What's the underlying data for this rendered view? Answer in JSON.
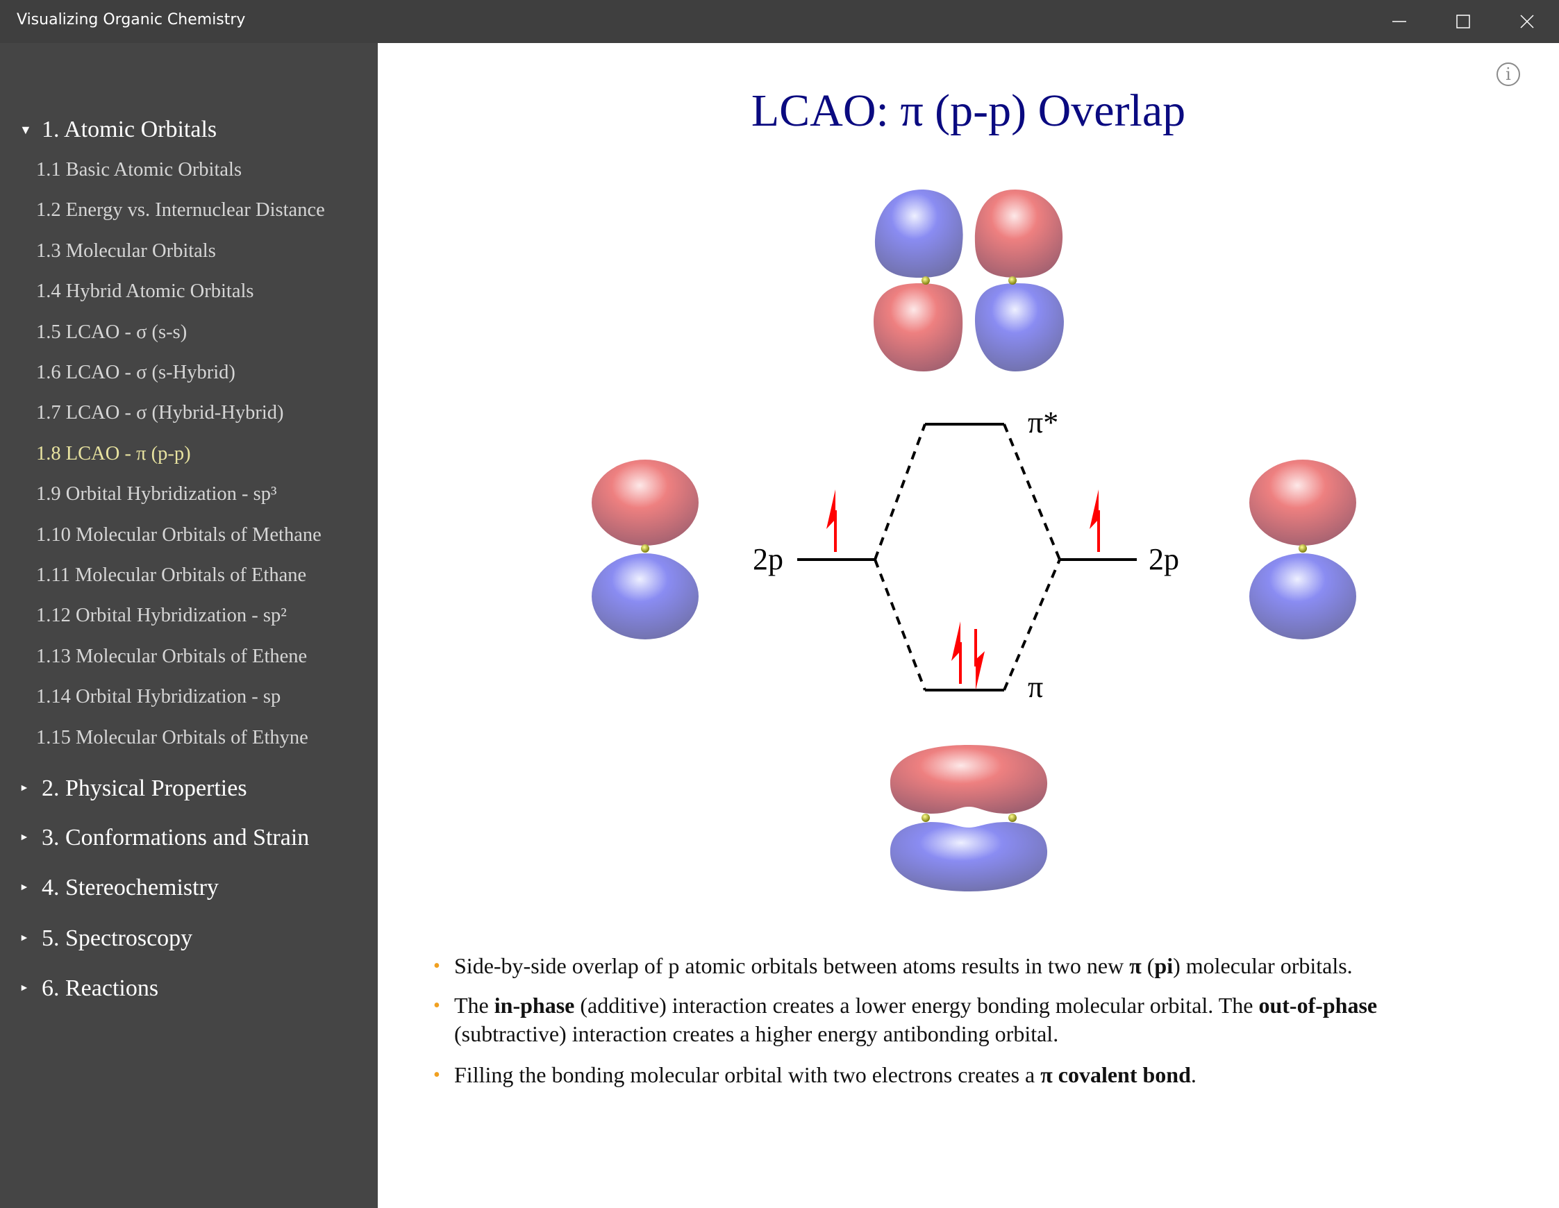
{
  "window": {
    "title": "Visualizing Organic Chemistry",
    "minimize_icon": "minimize-icon",
    "maximize_icon": "maximize-icon",
    "close_icon": "close-icon"
  },
  "sidebar": {
    "sections": [
      {
        "label": "1. Atomic Orbitals",
        "expanded": true
      },
      {
        "label": "2. Physical Properties",
        "expanded": false
      },
      {
        "label": "3. Conformations and Strain",
        "expanded": false
      },
      {
        "label": "4. Stereochemistry",
        "expanded": false
      },
      {
        "label": "5. Spectroscopy",
        "expanded": false
      },
      {
        "label": "6. Reactions",
        "expanded": false
      }
    ],
    "items": [
      "1.1 Basic Atomic Orbitals",
      "1.2 Energy vs. Internuclear Distance",
      "1.3 Molecular Orbitals",
      "1.4 Hybrid Atomic Orbitals",
      "1.5 LCAO - σ (s-s)",
      "1.6 LCAO - σ (s-Hybrid)",
      "1.7 LCAO - σ (Hybrid-Hybrid)",
      "1.8 LCAO - π (p-p)",
      "1.9 Orbital Hybridization - sp³",
      "1.10 Molecular Orbitals of Methane",
      "1.11 Molecular Orbitals of Ethane",
      "1.12 Orbital Hybridization - sp²",
      "1.13 Molecular Orbitals of Ethene",
      "1.14 Orbital Hybridization - sp",
      "1.15 Molecular Orbitals of Ethyne"
    ],
    "active_index": 7
  },
  "main": {
    "title": "LCAO: π (p-p) Overlap",
    "info_icon": "i",
    "diagram": {
      "left_label": "2p",
      "right_label": "2p",
      "antibonding_label": "π*",
      "bonding_label": "π"
    },
    "bullets": [
      [
        {
          "t": "Side-by-side overlap of p atomic orbitals between atoms results in two new "
        },
        {
          "t": "π",
          "b": true
        },
        {
          "t": " ("
        },
        {
          "t": "pi",
          "b": true
        },
        {
          "t": ") molecular orbitals."
        }
      ],
      [
        {
          "t": "The "
        },
        {
          "t": "in-phase",
          "b": true
        },
        {
          "t": " (additive) interaction creates a lower energy bonding molecular orbital. The "
        },
        {
          "t": "out-of-phase",
          "b": true
        },
        {
          "t": " (subtractive) interaction creates a higher energy antibonding orbital."
        }
      ],
      [
        {
          "t": "Filling the bonding molecular orbital with two electrons creates a "
        },
        {
          "t": "π covalent bond",
          "b": true
        },
        {
          "t": "."
        }
      ]
    ]
  },
  "colors": {
    "accent_title": "#0a0a80",
    "active_item": "#e8e3a0",
    "bullet": "#f0a020",
    "positive_lobe": "#e87070",
    "negative_lobe": "#8080f0",
    "electron": "#ff0000"
  }
}
